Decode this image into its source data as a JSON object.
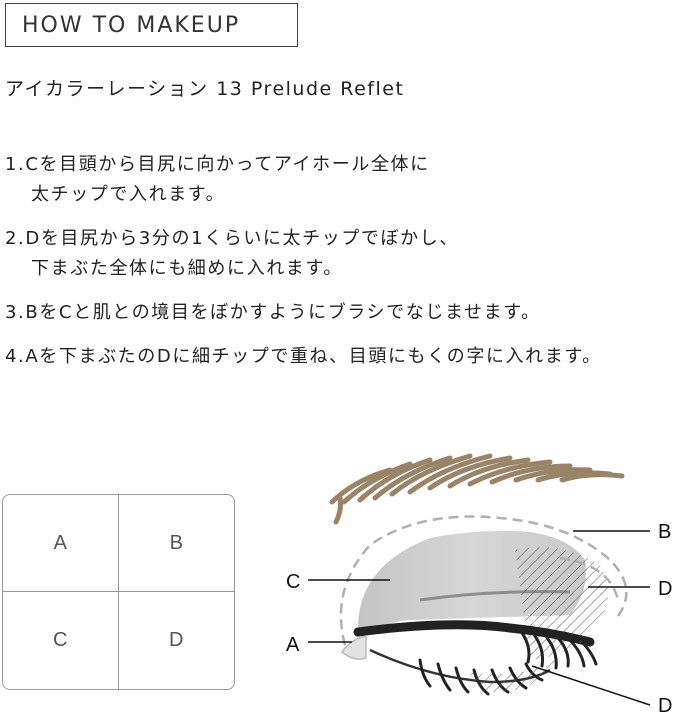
{
  "header": {
    "title": "HOW TO MAKEUP"
  },
  "product": {
    "name": "アイカラーレーション 13 Prelude Reflet"
  },
  "steps": [
    {
      "line1": "1.Cを目頭から目尻に向かってアイホール全体に",
      "line2": "太チップで入れます。"
    },
    {
      "line1": "2.Dを目尻から3分の1くらいに太チップでぼかし、",
      "line2": "下まぶた全体にも細めに入れます。"
    },
    {
      "line1": "3.BをCと肌との境目をぼかすようにブラシでなじませます。",
      "line2": ""
    },
    {
      "line1": "4.Aを下まぶたのDに細チップで重ね、目頭にもくの字に入れます。",
      "line2": ""
    }
  ],
  "palette": {
    "cells": [
      "A",
      "B",
      "C",
      "D"
    ]
  },
  "diagram": {
    "labels": {
      "b_top": "B",
      "c": "C",
      "d_mid": "D",
      "a": "A",
      "d_bottom": "D"
    }
  }
}
